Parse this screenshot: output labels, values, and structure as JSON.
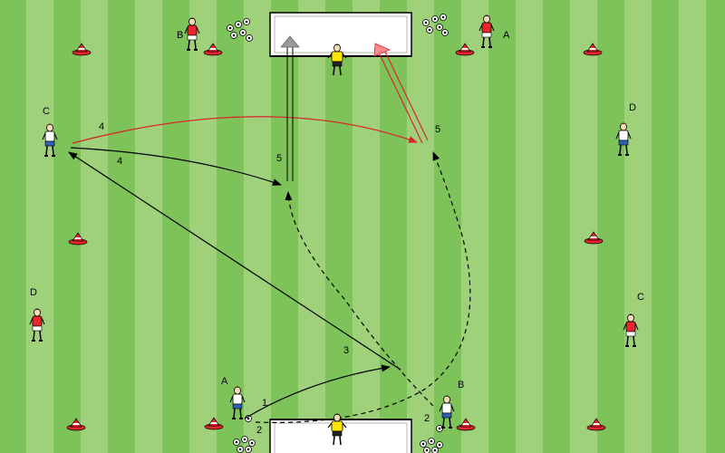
{
  "colors": {
    "stripe_light": "#9fd07a",
    "stripe_dark": "#7ec35a",
    "attacker_shirt": "#ffffff",
    "attacker_shorts": "#2f5fb5",
    "defender_shirt": "#e8262b",
    "keeper_shirt": "#ffe600",
    "cone": "#e8262b",
    "shot_arrow": "#d8262b",
    "pass_arrow": "#000000"
  },
  "players": [
    {
      "id": "top-left-red",
      "role": "defender",
      "label": "B"
    },
    {
      "id": "top-right-red",
      "role": "defender",
      "label": "A"
    },
    {
      "id": "top-keeper",
      "role": "keeper",
      "label": ""
    },
    {
      "id": "left-white-upper",
      "role": "attacker",
      "label": "C"
    },
    {
      "id": "right-white-upper",
      "role": "attacker",
      "label": "D"
    },
    {
      "id": "left-red-lower",
      "role": "defender",
      "label": "D"
    },
    {
      "id": "right-red-lower",
      "role": "defender",
      "label": "C"
    },
    {
      "id": "bottom-left-white",
      "role": "attacker",
      "label": "A"
    },
    {
      "id": "bottom-right-white",
      "role": "attacker",
      "label": "B"
    },
    {
      "id": "bottom-keeper",
      "role": "keeper",
      "label": ""
    }
  ],
  "move_labels": {
    "pass_1": "1",
    "run_2_left": "2",
    "run_2_right": "2",
    "pass_3": "3",
    "cross_4_red": "4",
    "pass_4_black": "4",
    "shot_5_left": "5",
    "shot_5_right": "5"
  }
}
